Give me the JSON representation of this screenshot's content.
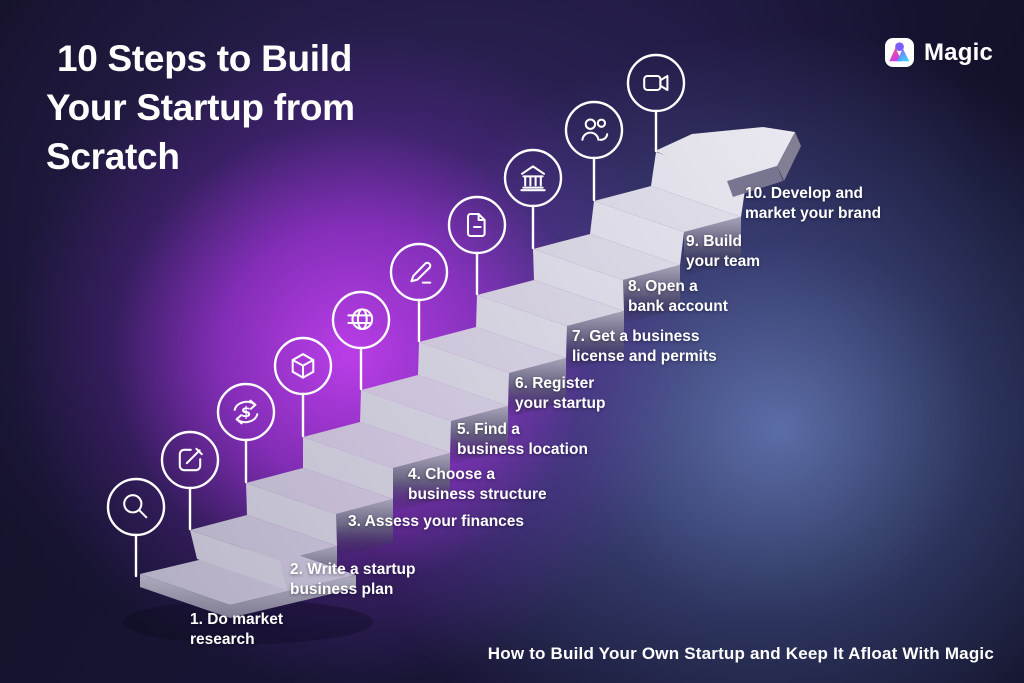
{
  "header": {
    "title": "10 Steps to Build Your Startup from Scratch",
    "title_lines": [
      "10 Steps to Build",
      "Your Startup from",
      "Scratch"
    ],
    "brand": {
      "name": "Magic",
      "logo_icon": "magic-logo-icon"
    }
  },
  "steps": [
    {
      "n": 1,
      "line1": "1. Do market",
      "line2": "research",
      "icon": "magnifier-icon"
    },
    {
      "n": 2,
      "line1": "2. Write a startup",
      "line2": "business plan",
      "icon": "edit-icon"
    },
    {
      "n": 3,
      "line1": "3. Assess your finances",
      "line2": "",
      "icon": "dollar-refresh-icon"
    },
    {
      "n": 4,
      "line1": "4. Choose a",
      "line2": "business structure",
      "icon": "cube-icon"
    },
    {
      "n": 5,
      "line1": "5. Find a",
      "line2": "business location",
      "icon": "globe-icon"
    },
    {
      "n": 6,
      "line1": "6. Register",
      "line2": "your startup",
      "icon": "pen-icon"
    },
    {
      "n": 7,
      "line1": "7. Get a business",
      "line2": "license and permits",
      "icon": "document-icon"
    },
    {
      "n": 8,
      "line1": "8. Open a",
      "line2": "bank account",
      "icon": "bank-icon"
    },
    {
      "n": 9,
      "line1": "9. Build",
      "line2": "your team",
      "icon": "users-icon"
    },
    {
      "n": 10,
      "line1": "10. Develop and",
      "line2": "market your brand",
      "icon": "video-camera-icon"
    }
  ],
  "footer": {
    "caption": "How to Build Your Own Startup and Keep It Afloat With Magic"
  },
  "colors": {
    "background": "#13112a",
    "glow_magenta": "#bf3ee9",
    "glow_blue": "#6c87c8",
    "stair_top_light": "#e4e3ec",
    "stair_top_dark": "#b0adc1",
    "stair_riser": "#d9d7e3",
    "stair_side": "#9b98ae",
    "text": "#ffffff",
    "logo_purple": "#7c5cfa",
    "logo_pink": "#f85077",
    "logo_violet": "#cb3fe9",
    "logo_blue": "#31c2ff"
  }
}
